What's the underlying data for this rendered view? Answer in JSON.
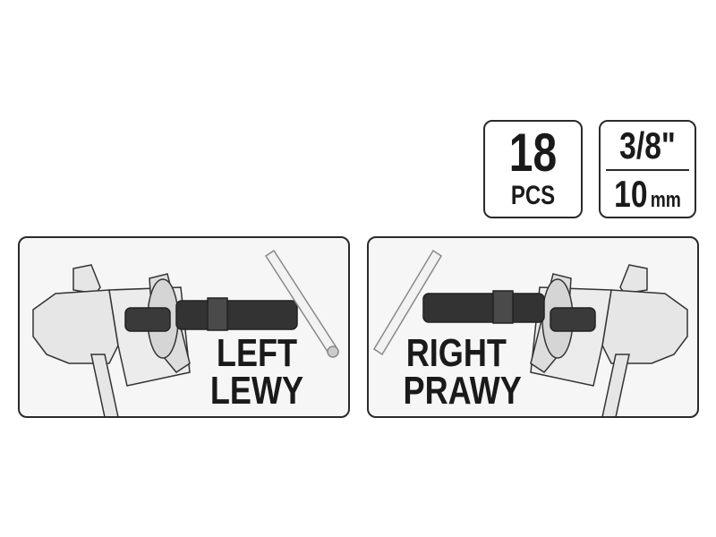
{
  "badges": {
    "count": {
      "number": "18",
      "unit": "PCS"
    },
    "size": {
      "drive": "3/8\"",
      "number": "10",
      "unit": "mm"
    }
  },
  "panels": [
    {
      "title": "LEFT",
      "subtitle": "LEWY"
    },
    {
      "title": "RIGHT",
      "subtitle": "PRAWY"
    }
  ]
}
